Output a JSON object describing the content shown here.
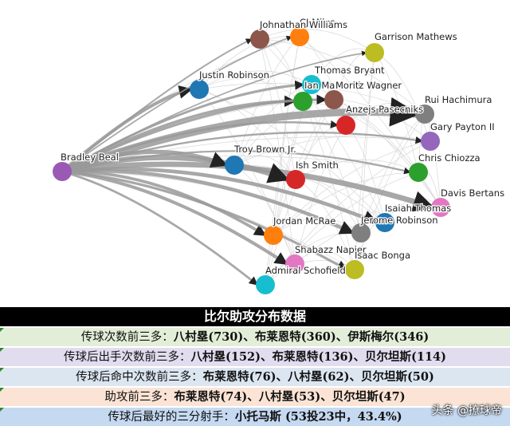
{
  "colors": {
    "edge": "#999999",
    "header_bg": "#000000",
    "header_text": "#ffffff"
  },
  "source_player": "Bradley Beal",
  "players": [
    {
      "name": "Bradley Beal",
      "color": "#9b59b6"
    },
    {
      "name": "CJ Miles",
      "color": "#ff7f0e"
    },
    {
      "name": "Johnathan Williams",
      "color": "#8c564b"
    },
    {
      "name": "Garrison Mathews",
      "color": "#bcbd22"
    },
    {
      "name": "Thomas Bryant",
      "color": "#17becf"
    },
    {
      "name": "Justin Robinson",
      "color": "#1f77b4"
    },
    {
      "name": "Ian Mahinmi",
      "color": "#2ca02c"
    },
    {
      "name": "Moritz Wagner",
      "color": "#8c564b"
    },
    {
      "name": "Anzejs Pasecniks",
      "color": "#d62728"
    },
    {
      "name": "Rui Hachimura",
      "color": "#7f7f7f"
    },
    {
      "name": "Gary Payton II",
      "color": "#9467bd"
    },
    {
      "name": "Troy Brown Jr.",
      "color": "#1f77b4"
    },
    {
      "name": "Ish Smith",
      "color": "#d62728"
    },
    {
      "name": "Chris Chiozza",
      "color": "#2ca02c"
    },
    {
      "name": "Davis Bertans",
      "color": "#e377c2"
    },
    {
      "name": "Isaiah Thomas",
      "color": "#1f77b4"
    },
    {
      "name": "Jerome Robinson",
      "color": "#7f7f7f"
    },
    {
      "name": "Jordan McRae",
      "color": "#ff7f0e"
    },
    {
      "name": "Shabazz Napier",
      "color": "#e377c2"
    },
    {
      "name": "Isaac Bonga",
      "color": "#bcbd22"
    },
    {
      "name": "Admiral Schofield",
      "color": "#17becf"
    }
  ],
  "edges": [
    {
      "target": "Rui Hachimura",
      "weight": 730
    },
    {
      "target": "Davis Bertans",
      "weight": 360
    },
    {
      "target": "Ish Smith",
      "weight": 346
    },
    {
      "target": "Troy Brown Jr.",
      "weight": 200
    },
    {
      "target": "Justin Robinson",
      "weight": 120
    },
    {
      "target": "Jerome Robinson",
      "weight": 140
    },
    {
      "target": "Isaiah Thomas",
      "weight": 150
    },
    {
      "target": "Shabazz Napier",
      "weight": 110
    },
    {
      "target": "Jordan McRae",
      "weight": 90
    },
    {
      "target": "Ian Mahinmi",
      "weight": 80
    },
    {
      "target": "Moritz Wagner",
      "weight": 60
    },
    {
      "target": "Thomas Bryant",
      "weight": 50
    },
    {
      "target": "Isaac Bonga",
      "weight": 60
    },
    {
      "target": "Admiral Schofield",
      "weight": 40
    },
    {
      "target": "Anzejs Pasecniks",
      "weight": 30
    },
    {
      "target": "Gary Payton II",
      "weight": 25
    },
    {
      "target": "Chris Chiozza",
      "weight": 20
    },
    {
      "target": "Johnathan Williams",
      "weight": 15
    },
    {
      "target": "CJ Miles",
      "weight": 10
    },
    {
      "target": "Garrison Mathews",
      "weight": 8
    }
  ],
  "panel": {
    "title": "比尔助攻分布数据",
    "rows": [
      {
        "lead": "传球次数前三多：",
        "value": "八村塁(730)、布莱恩特(360)、伊斯梅尔(346)",
        "bg": "#e3eed8"
      },
      {
        "lead": "传球后出手次数前三多：",
        "value": "八村塁(152)、布莱恩特(136)、贝尔坦斯(114)",
        "bg": "#e2dcef"
      },
      {
        "lead": "传球后命中次数前三多：",
        "value": "布莱恩特(76)、八村塁(62)、贝尔坦斯(50)",
        "bg": "#dce6f1"
      },
      {
        "lead": "助攻前三多：",
        "value": "布莱恩特(74)、八村塁(53)、贝尔坦斯(47)",
        "bg": "#fbe4d5"
      },
      {
        "lead": "传球后最好的三分射手：",
        "value": "小托马斯 (53投23中，43.4%)",
        "bg": "#c5d9f1"
      }
    ],
    "watermark": "头条 @撩球帝"
  }
}
